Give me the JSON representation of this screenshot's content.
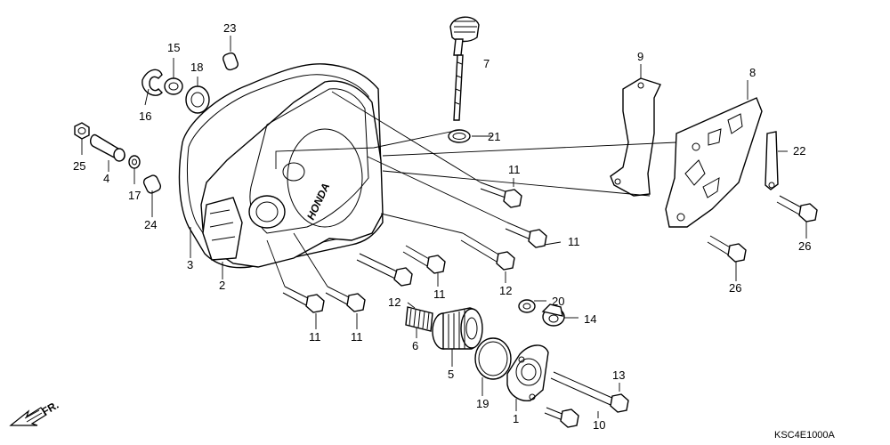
{
  "callouts": [
    {
      "id": "23",
      "text": "23"
    },
    {
      "id": "15",
      "text": "15"
    },
    {
      "id": "18",
      "text": "18"
    },
    {
      "id": "16",
      "text": "16"
    },
    {
      "id": "7",
      "text": "7"
    },
    {
      "id": "9",
      "text": "9"
    },
    {
      "id": "8",
      "text": "8"
    },
    {
      "id": "21",
      "text": "21"
    },
    {
      "id": "25",
      "text": "25"
    },
    {
      "id": "4",
      "text": "4"
    },
    {
      "id": "17",
      "text": "17"
    },
    {
      "id": "24",
      "text": "24"
    },
    {
      "id": "3",
      "text": "3"
    },
    {
      "id": "2",
      "text": "2"
    },
    {
      "id": "11a",
      "text": "11"
    },
    {
      "id": "11b",
      "text": "11"
    },
    {
      "id": "11c",
      "text": "11"
    },
    {
      "id": "12a",
      "text": "12"
    },
    {
      "id": "11d",
      "text": "11"
    },
    {
      "id": "11e",
      "text": "11"
    },
    {
      "id": "22",
      "text": "22"
    },
    {
      "id": "26a",
      "text": "26"
    },
    {
      "id": "26b",
      "text": "26"
    },
    {
      "id": "20",
      "text": "20"
    },
    {
      "id": "14",
      "text": "14"
    },
    {
      "id": "12b",
      "text": "12"
    },
    {
      "id": "6",
      "text": "6"
    },
    {
      "id": "5",
      "text": "5"
    },
    {
      "id": "19",
      "text": "19"
    },
    {
      "id": "1",
      "text": "1"
    },
    {
      "id": "13",
      "text": "13"
    },
    {
      "id": "10",
      "text": "10"
    }
  ],
  "cover_brand": "HONDA",
  "front_marker": "FR.",
  "diagram_code": "KSC4E1000A",
  "icons": [
    "front-arrow-icon"
  ]
}
